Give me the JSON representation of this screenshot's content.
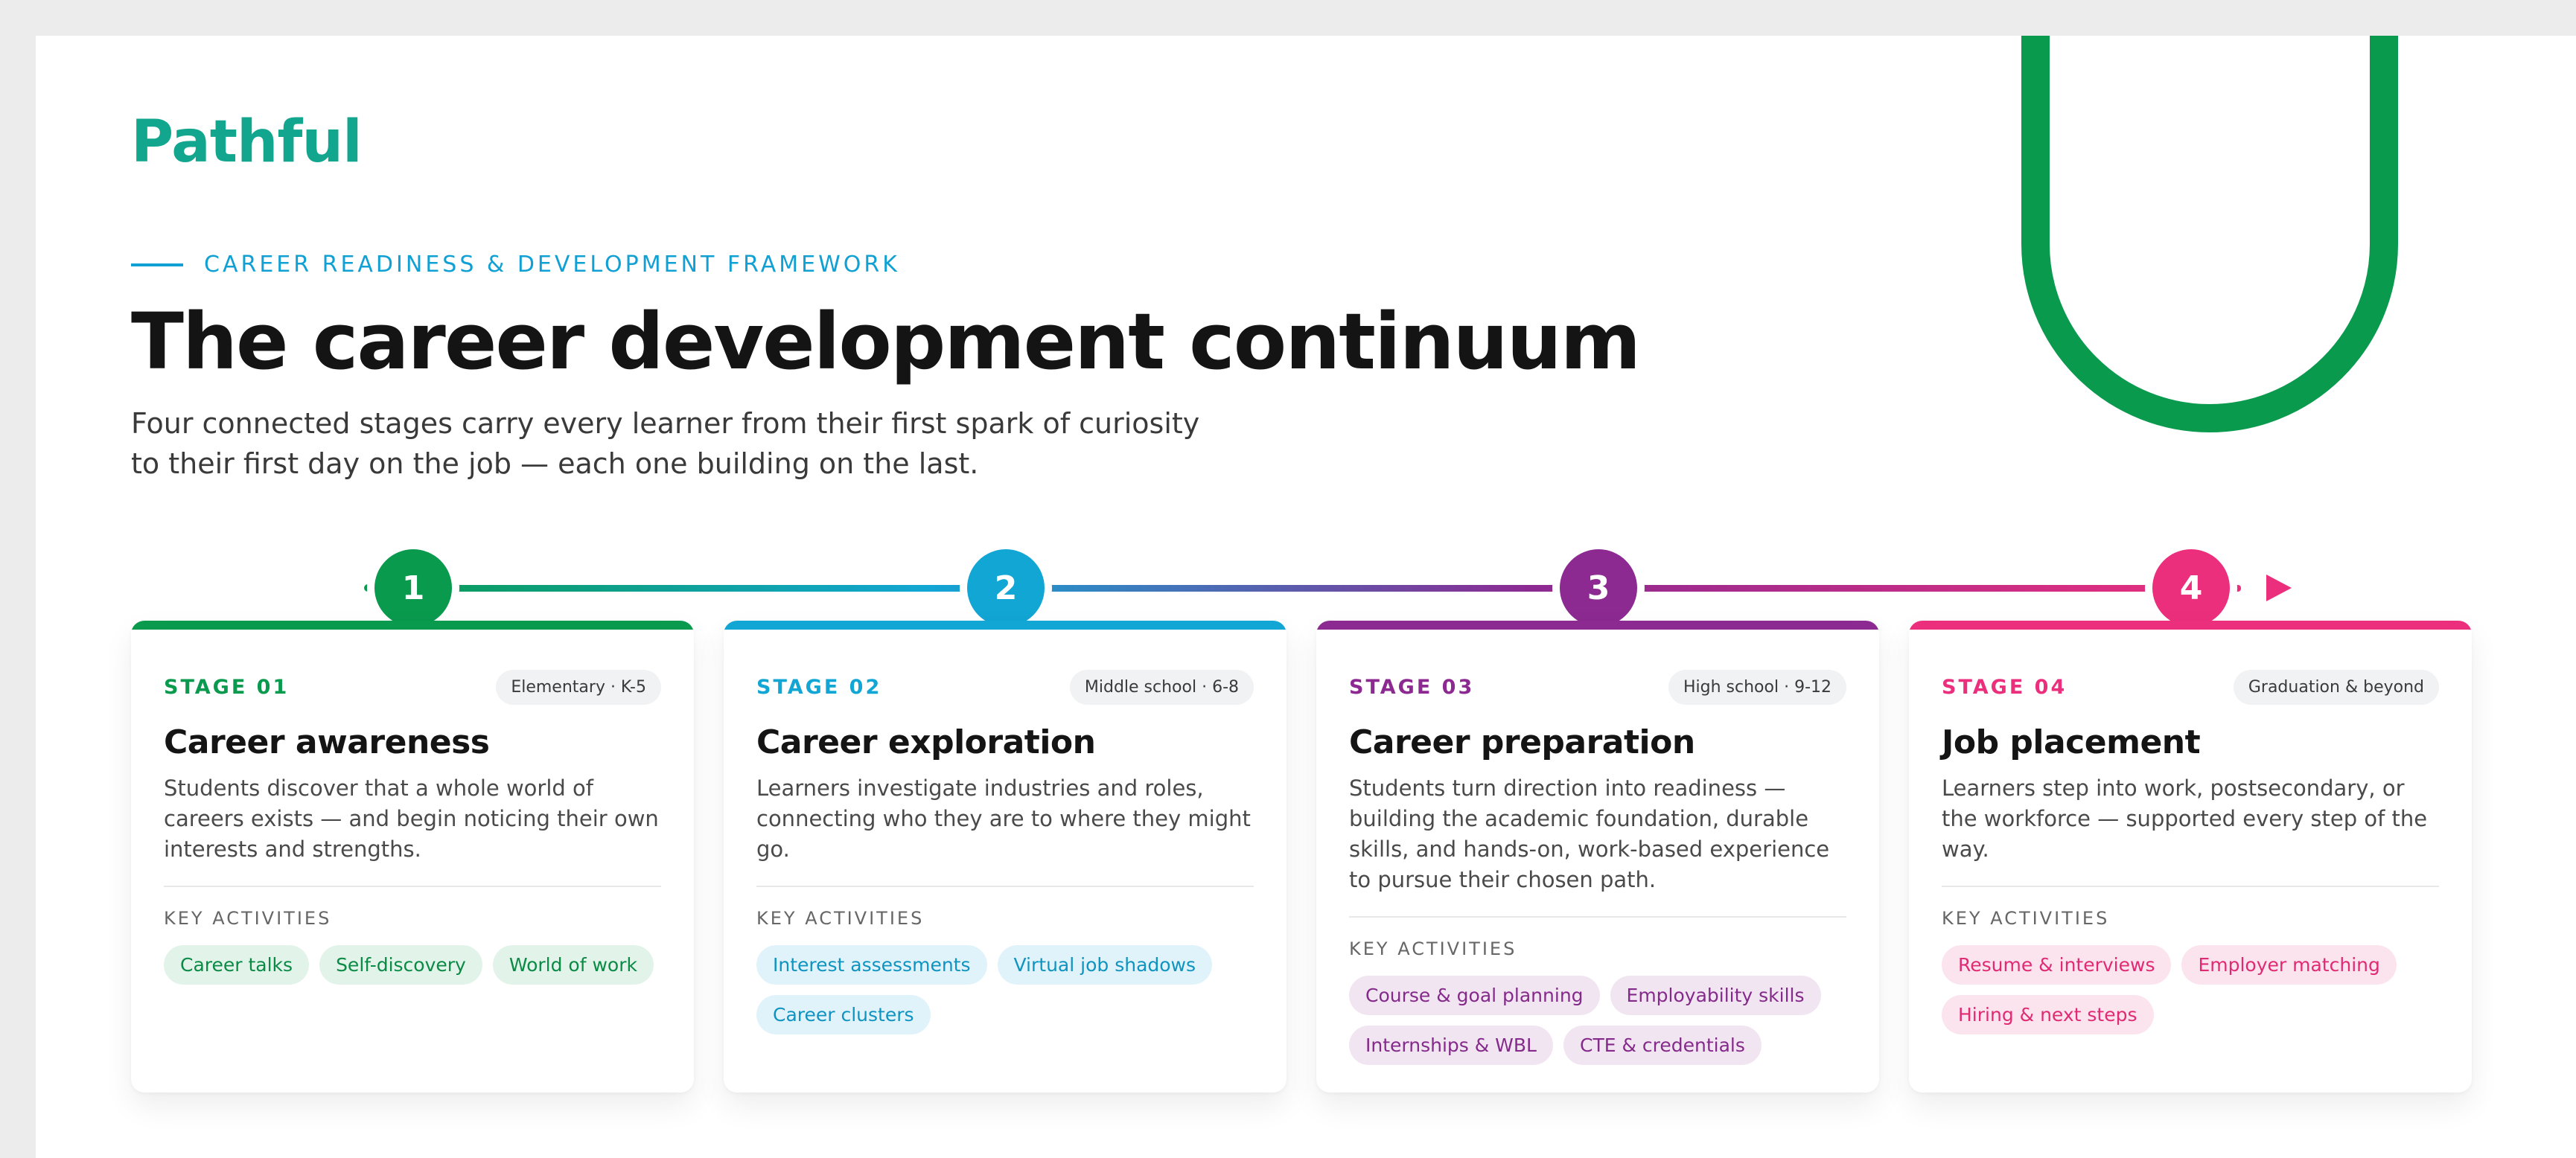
{
  "brand": {
    "logo": "Pathful"
  },
  "header": {
    "eyebrow": "CAREER READINESS & DEVELOPMENT FRAMEWORK",
    "title": "The career development continuum",
    "subtitle_line1": "Four connected stages carry every learner from their first spark of curiosity",
    "subtitle_line2": "to their first day on the job — each one building on the last."
  },
  "colors": {
    "green": "#0a9a4e",
    "blue": "#12a6d4",
    "purple": "#8c2a92",
    "pink": "#ec2f7d",
    "logo": "#13a68f"
  },
  "timeline": {
    "nodes": [
      "1",
      "2",
      "3",
      "4"
    ],
    "end_icon": "arrow-right-icon"
  },
  "stages": [
    {
      "label": "STAGE 01",
      "grade": "Elementary · K-5",
      "title": "Career awareness",
      "description": "Students discover that a whole world of careers exists — and begin noticing their own interests and strengths.",
      "activities_label": "KEY ACTIVITIES",
      "activities": [
        "Career talks",
        "Self-discovery",
        "World of work"
      ]
    },
    {
      "label": "STAGE 02",
      "grade": "Middle school · 6-8",
      "title": "Career exploration",
      "description": "Learners investigate industries and roles, connecting who they are to where they might go.",
      "activities_label": "KEY ACTIVITIES",
      "activities": [
        "Interest assessments",
        "Virtual job shadows",
        "Career clusters"
      ]
    },
    {
      "label": "STAGE 03",
      "grade": "High school · 9-12",
      "title": "Career preparation",
      "description": "Students turn direction into readiness — building the academic foundation, durable skills, and hands-on, work-based experience to pursue their chosen path.",
      "activities_label": "KEY ACTIVITIES",
      "activities": [
        "Course & goal planning",
        "Employability skills",
        "Internships & WBL",
        "CTE & credentials"
      ]
    },
    {
      "label": "STAGE 04",
      "grade": "Graduation & beyond",
      "title": "Job placement",
      "description": "Learners step into work, postsecondary, or the workforce — supported every step of the way.",
      "activities_label": "KEY ACTIVITIES",
      "activities": [
        "Resume & interviews",
        "Employer matching",
        "Hiring & next steps"
      ]
    }
  ]
}
